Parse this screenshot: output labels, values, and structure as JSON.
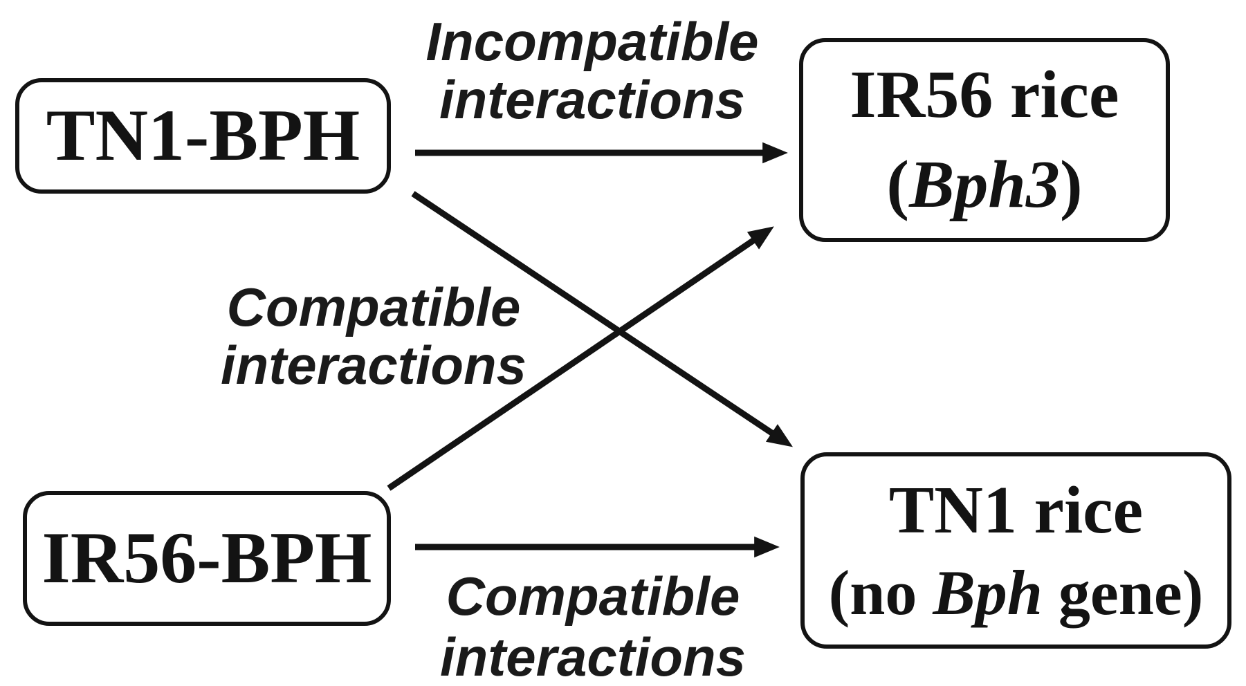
{
  "canvas": {
    "background": "#ffffff",
    "ink": "#131313"
  },
  "nodes": {
    "tn1_bph": {
      "label": "TN1-BPH"
    },
    "ir56_bph": {
      "label": "IR56-BPH"
    },
    "ir56_rice": {
      "line1": "IR56 rice",
      "paren_open": "(",
      "gene": "Bph3",
      "paren_close": ")"
    },
    "tn1_rice": {
      "line1": "TN1 rice",
      "paren_open": "(no ",
      "gene": "Bph",
      "paren_close": " gene)"
    }
  },
  "labels": {
    "incompatible": {
      "line1": "Incompatible",
      "line2": "interactions"
    },
    "compatible_mid": {
      "line1": "Compatible",
      "line2": "interactions"
    },
    "compatible_bottom": {
      "line1": "Compatible",
      "line2": "interactions"
    }
  },
  "arrows": [
    {
      "from": "TN1-BPH",
      "to": "IR56 rice (Bph3)",
      "relation": "Incompatible interactions"
    },
    {
      "from": "TN1-BPH",
      "to": "TN1 rice (no Bph gene)",
      "relation": "Compatible interactions"
    },
    {
      "from": "IR56-BPH",
      "to": "IR56 rice (Bph3)",
      "relation": "Compatible interactions"
    },
    {
      "from": "IR56-BPH",
      "to": "TN1 rice (no Bph gene)",
      "relation": "Compatible interactions"
    }
  ]
}
